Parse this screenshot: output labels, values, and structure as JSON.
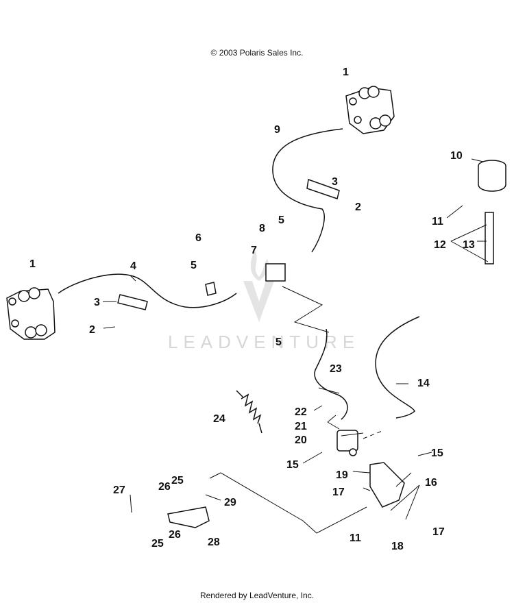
{
  "header": {
    "copyright": "© 2003 Polaris Sales Inc."
  },
  "footer": {
    "rendered_by": "Rendered by LeadVenture, Inc."
  },
  "watermark": {
    "text": "LEADVENTURE"
  },
  "callouts": {
    "c1a": "1",
    "c1b": "1",
    "c2a": "2",
    "c2b": "2",
    "c3a": "3",
    "c3b": "3",
    "c4": "4",
    "c5a": "5",
    "c5b": "5",
    "c5c": "5",
    "c6": "6",
    "c7": "7",
    "c8": "8",
    "c9": "9",
    "c10": "10",
    "c11a": "11",
    "c11b": "11",
    "c12": "12",
    "c13": "13",
    "c14": "14",
    "c15a": "15",
    "c15b": "15",
    "c16": "16",
    "c17a": "17",
    "c17b": "17",
    "c18": "18",
    "c19": "19",
    "c20": "20",
    "c21": "21",
    "c22": "22",
    "c23": "23",
    "c24": "24",
    "c25a": "25",
    "c25b": "25",
    "c26a": "26",
    "c26b": "26",
    "c27": "27",
    "c28": "28",
    "c29": "29"
  },
  "colors": {
    "line": "#111111",
    "watermark": "#d6d6d6",
    "background": "#ffffff"
  }
}
